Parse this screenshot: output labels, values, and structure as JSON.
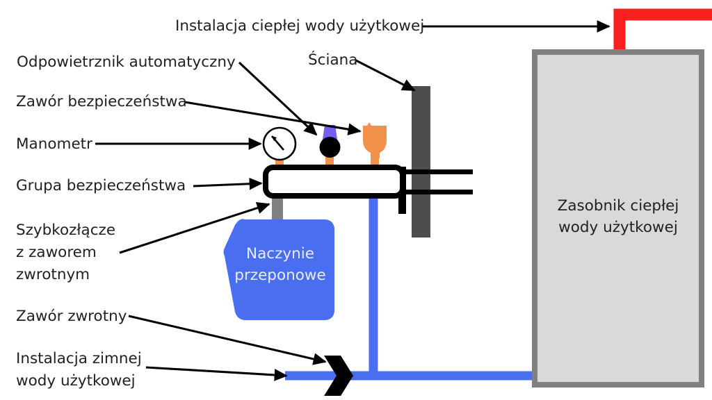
{
  "diagram": {
    "title_label": "Instalacja ciepłej wody użytkowej",
    "labels": [
      {
        "id": "hot-water-installation",
        "text": "Instalacja ciepłej wody użytkowej"
      },
      {
        "id": "automatic-air-vent",
        "text": "Odpowietrznik automatyczny"
      },
      {
        "id": "wall",
        "text": "Ściana"
      },
      {
        "id": "safety-valve",
        "text": "Zawór bezpieczeństwa"
      },
      {
        "id": "manometer",
        "text": "Manometr"
      },
      {
        "id": "safety-group",
        "text": "Grupa bezpieczeństwa"
      },
      {
        "id": "quick-coupling-line1",
        "text": "Szybkozłącze"
      },
      {
        "id": "quick-coupling-line2",
        "text": "z zaworem"
      },
      {
        "id": "quick-coupling-line3",
        "text": "zwrotnym"
      },
      {
        "id": "check-valve",
        "text": "Zawór zwrotny"
      },
      {
        "id": "cold-water-line1",
        "text": "Instalacja zimnej"
      },
      {
        "id": "cold-water-line2",
        "text": "wody użytkowej"
      }
    ],
    "shapes": {
      "expansion_vessel": {
        "line1": "Naczynie",
        "line2": "przeponowe"
      },
      "hot_water_tank": {
        "line1": "Zasobnik ciepłej",
        "line2": "wody użytkowej"
      }
    },
    "colors": {
      "background": "#ffffff",
      "text": "#231f20",
      "hot_pipe_red": "#fb2020",
      "cold_pipe_blue": "#4a6ef0",
      "expansion_vessel_blue": "#4a6ef0",
      "expansion_vessel_text": "#e8ecfb",
      "wall_gray": "#4d4d4d",
      "connector_gray": "#808080",
      "tank_border_gray": "#808080",
      "tank_fill_gray": "#d9d9d9",
      "safety_valve_orange": "#f2914c",
      "nipple_orange": "#f2914c",
      "air_vent_purple": "#7a5cf0",
      "air_vent_black": "#000000",
      "outline_black": "#000000",
      "gauge_face_white": "#ffffff"
    },
    "icon_names": [
      "manometer-gauge-icon",
      "automatic-air-vent-icon",
      "safety-valve-icon",
      "check-valve-chevron-icon",
      "expansion-vessel-icon",
      "hot-water-tank-icon",
      "wall-icon",
      "hot-pipe-icon",
      "cold-pipe-icon",
      "safety-group-manifold-icon",
      "quick-coupling-icon"
    ]
  }
}
